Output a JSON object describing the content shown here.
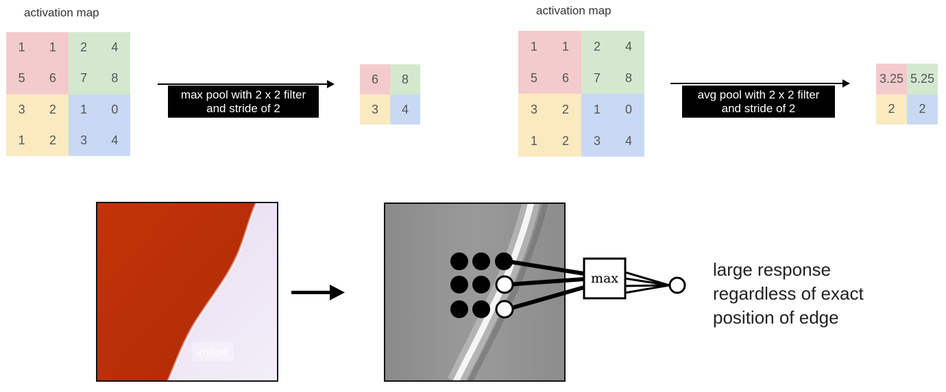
{
  "max_pool": {
    "title": "activation map",
    "input": [
      [
        "1",
        "1",
        "2",
        "4"
      ],
      [
        "5",
        "6",
        "7",
        "8"
      ],
      [
        "3",
        "2",
        "1",
        "0"
      ],
      [
        "1",
        "2",
        "3",
        "4"
      ]
    ],
    "op_line1": "max pool with 2 x 2 filter",
    "op_line2": "and stride of 2",
    "output": [
      [
        "6",
        "8"
      ],
      [
        "3",
        "4"
      ]
    ]
  },
  "avg_pool": {
    "title": "activation map",
    "input": [
      [
        "1",
        "1",
        "2",
        "4"
      ],
      [
        "5",
        "6",
        "7",
        "8"
      ],
      [
        "3",
        "2",
        "1",
        "0"
      ],
      [
        "1",
        "2",
        "3",
        "4"
      ]
    ],
    "op_line1": "avg pool with 2 x 2 filter",
    "op_line2": "and stride of 2",
    "output": [
      [
        "3.25",
        "5.25"
      ],
      [
        "2",
        "2"
      ]
    ]
  },
  "quadrant_colors": {
    "top_left": "#f3cbcc",
    "top_right": "#d4e8cf",
    "bottom_left": "#fbeac0",
    "bottom_right": "#c8d9f4"
  },
  "bottom": {
    "image_watermark": "image",
    "max_label": "max",
    "caption_lines": [
      "large response",
      "regardless of exact",
      "position of edge"
    ],
    "neuron_states": [
      [
        "filled",
        "filled",
        "filled"
      ],
      [
        "filled",
        "filled",
        "empty"
      ],
      [
        "filled",
        "filled",
        "empty"
      ]
    ]
  }
}
